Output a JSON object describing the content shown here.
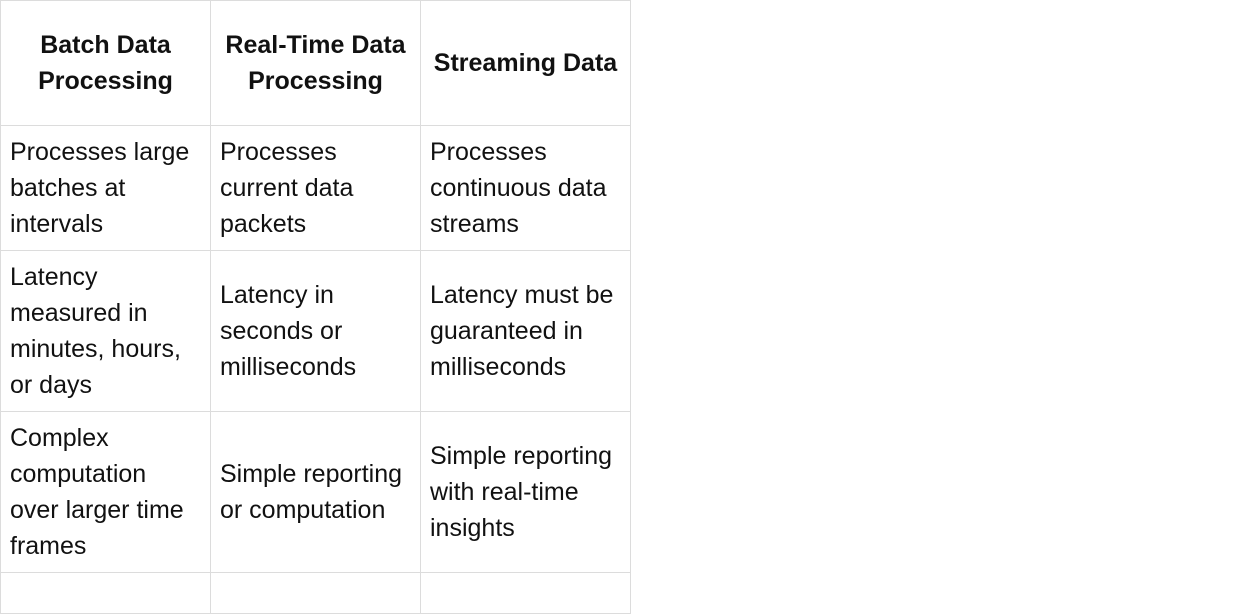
{
  "table": {
    "headers": [
      "Batch Data Processing",
      "Real-Time Data Processing",
      "Streaming Data"
    ],
    "rows": [
      [
        "Processes large batches at intervals",
        "Processes current data packets",
        "Processes continuous data streams"
      ],
      [
        "Latency measured in minutes, hours, or days",
        "Latency in seconds or milliseconds",
        "Latency must be guaranteed in milliseconds"
      ],
      [
        "Complex computation over larger time frames",
        "Simple reporting or computation",
        "Simple reporting with real-time insights"
      ],
      [
        "",
        "",
        ""
      ]
    ]
  },
  "colors": {
    "border": "#dcdcdc",
    "text": "#111111",
    "background": "#ffffff"
  }
}
